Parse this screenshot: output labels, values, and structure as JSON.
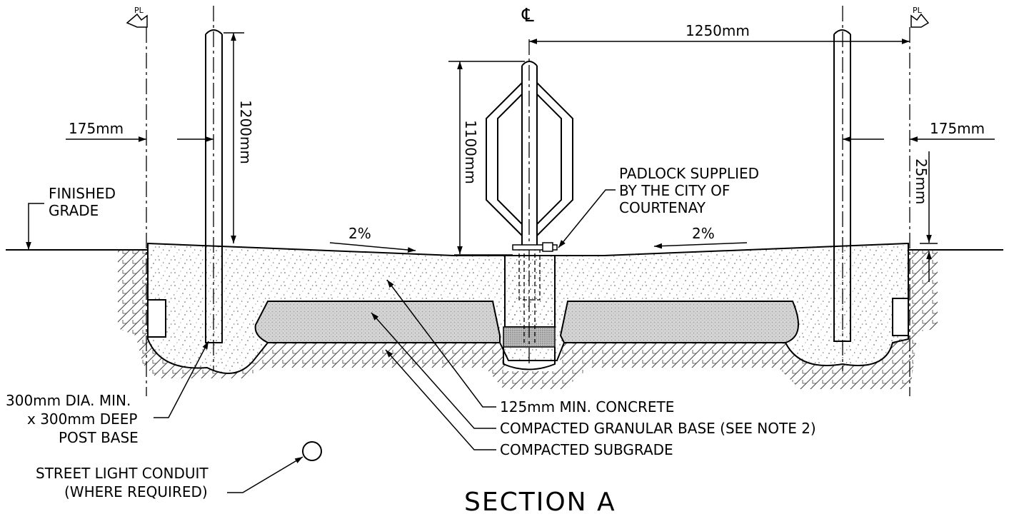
{
  "labels": {
    "finished_grade": [
      "FINISHED",
      "GRADE"
    ],
    "padlock": [
      "PADLOCK SUPPLIED",
      "BY THE CITY OF",
      "COURTENAY"
    ],
    "post_base": [
      "300mm DIA. MIN.",
      "x 300mm DEEP",
      "POST BASE"
    ],
    "concrete": "125mm MIN. CONCRETE",
    "granular": "COMPACTED GRANULAR BASE (SEE NOTE 2)",
    "subgrade": "COMPACTED SUBGRADE",
    "conduit": [
      "STREET LIGHT CONDUIT",
      "(WHERE REQUIRED)"
    ],
    "section_title": "SECTION A",
    "centerline": "℄",
    "property_line": "PL"
  },
  "dimensions": {
    "spacing": "1250mm",
    "left_offset": "175mm",
    "right_offset": "175mm",
    "post_height": "1200mm",
    "rack_height": "1100mm",
    "rise": "25mm",
    "slope_left": "2%",
    "slope_right": "2%"
  }
}
